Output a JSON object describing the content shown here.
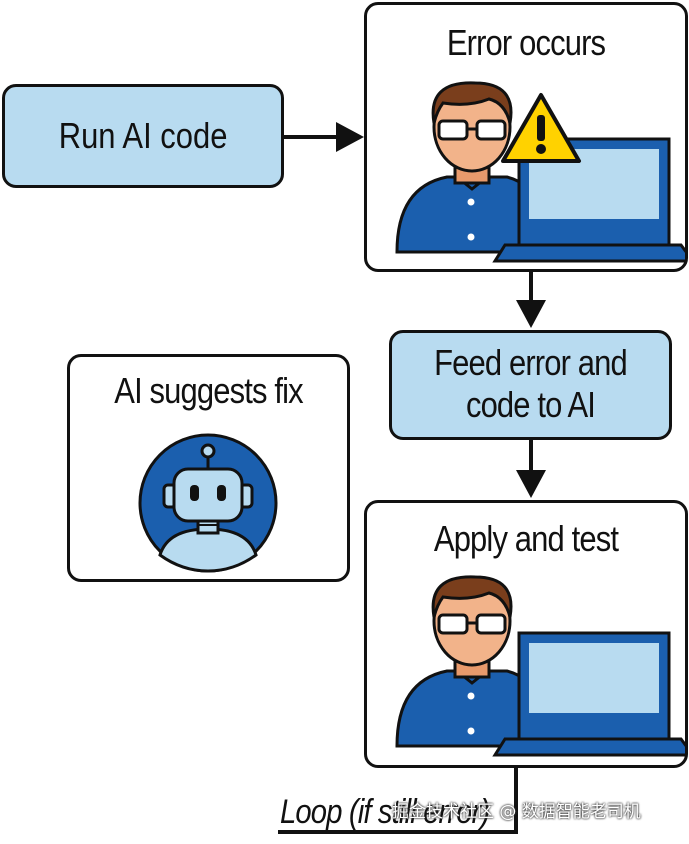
{
  "steps": {
    "run": "Run AI code",
    "error": "Error occurs",
    "feed_line1": "Feed error and",
    "feed_line2": "code to AI",
    "suggest": "AI suggests fix",
    "apply": "Apply and test",
    "loop": "Loop (if still error)"
  },
  "watermark": "掘金技术社区 @ 数据智能老司机",
  "icons": {
    "warning": "warning-icon",
    "person": "developer-icon",
    "laptop": "laptop-icon",
    "robot": "robot-icon"
  },
  "colors": {
    "box_fill": "#b8dbf0",
    "shirt_blue": "#1b5fae",
    "warning_yellow": "#ffd200"
  }
}
